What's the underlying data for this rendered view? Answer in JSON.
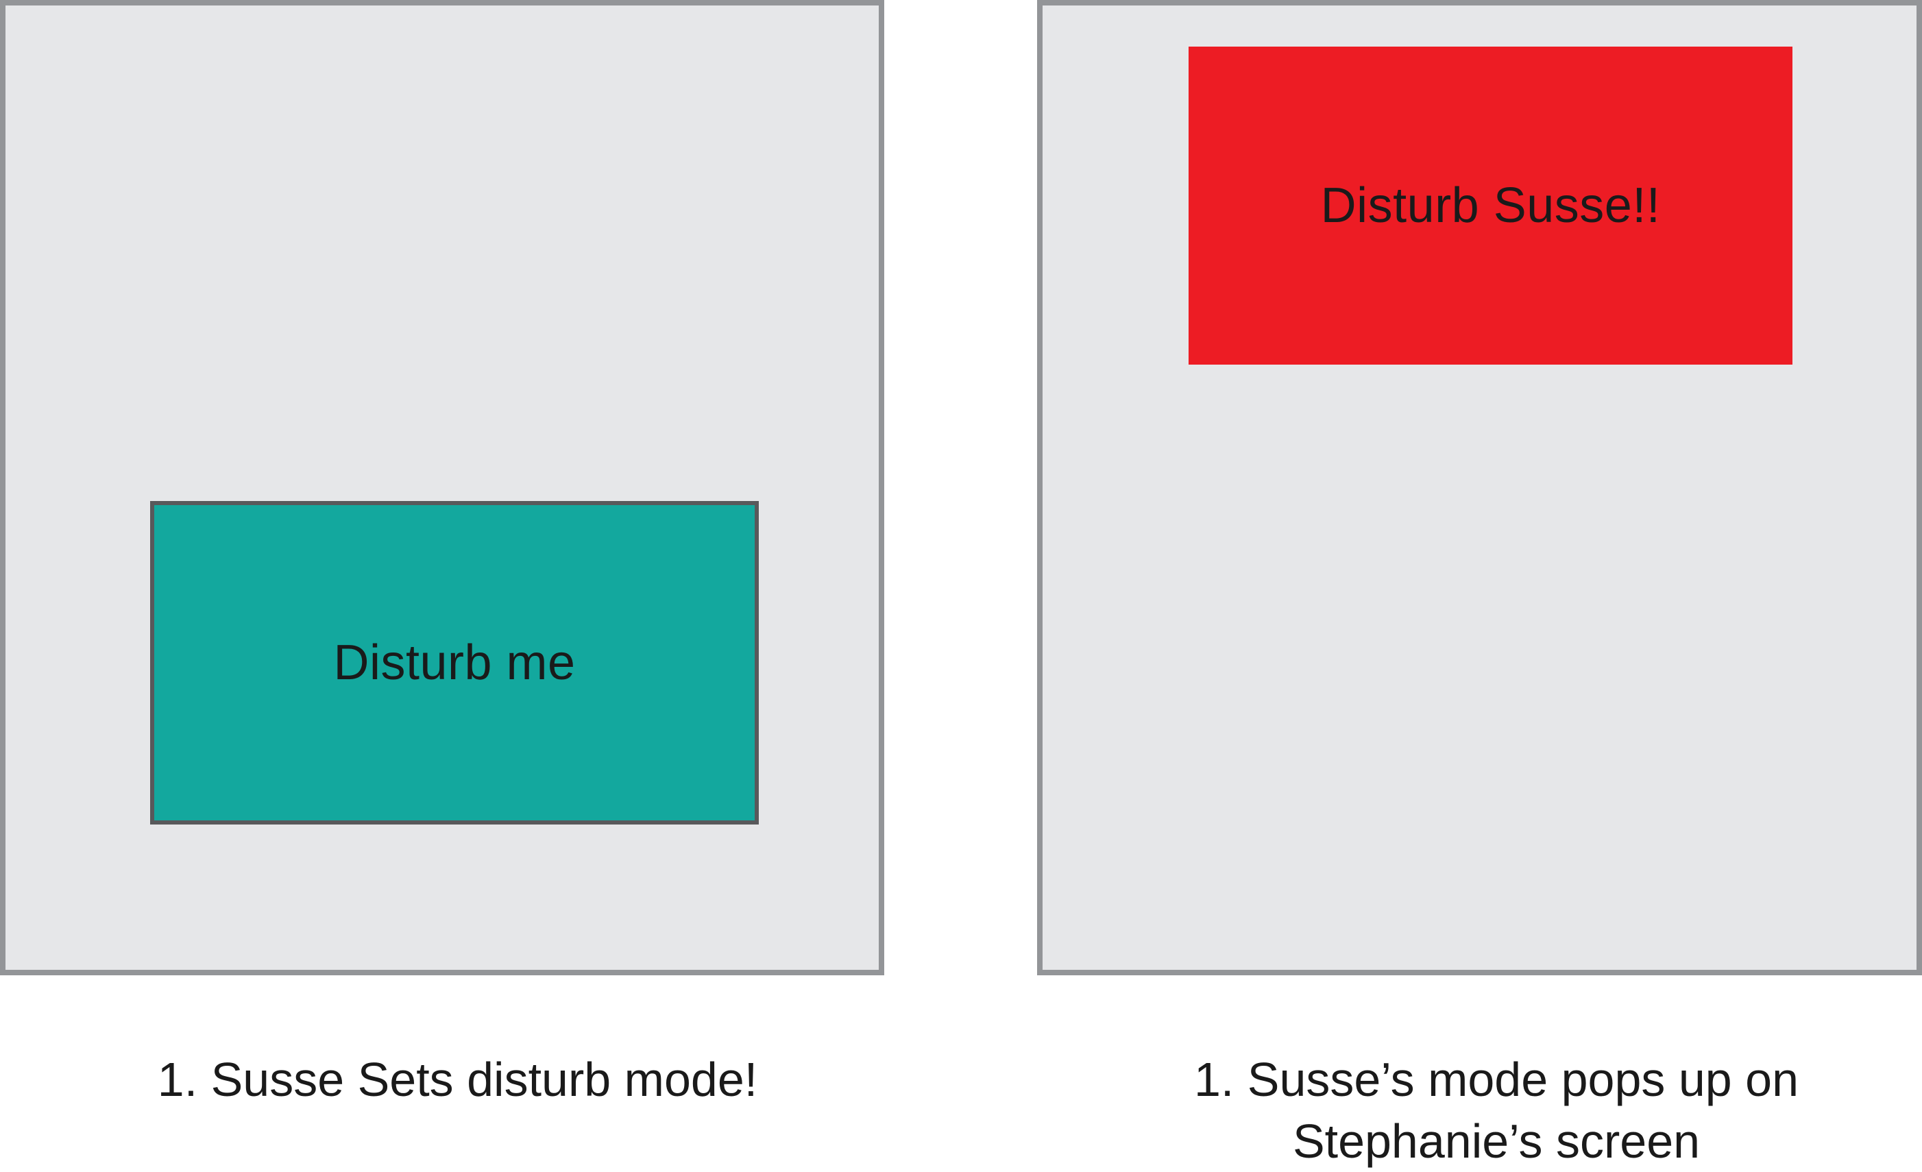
{
  "left_screen": {
    "button_label": "Disturb me",
    "button_color": "#13a89e",
    "caption": "1. Susse Sets disturb mode!"
  },
  "right_screen": {
    "alert_label": "Disturb Susse!!",
    "alert_color": "#ed1c24",
    "caption_line1": "1. Susse’s mode pops up on",
    "caption_line2": "Stephanie’s screen"
  },
  "colors": {
    "screen_bg": "#e6e7e9",
    "screen_border": "#939598",
    "button_border": "#58595b"
  }
}
